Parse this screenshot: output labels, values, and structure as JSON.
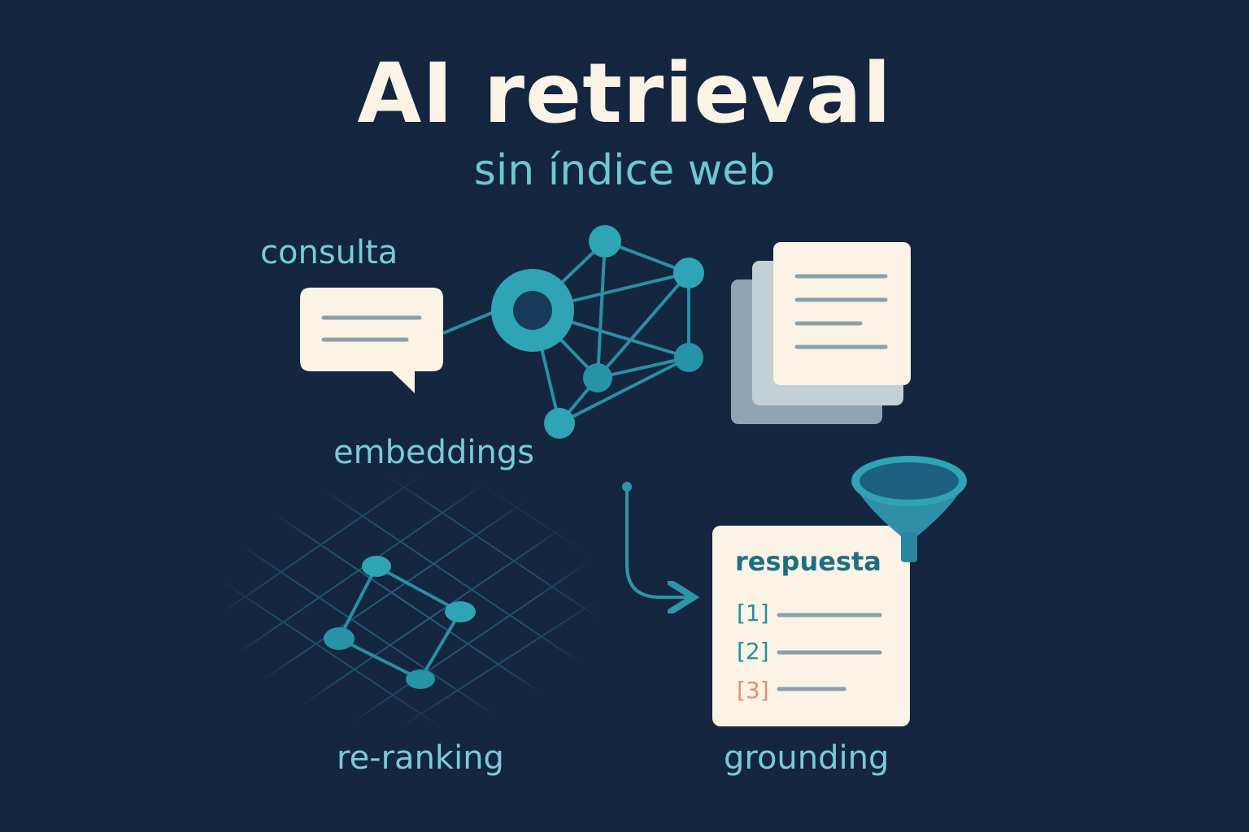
{
  "title": "AI retrieval",
  "subtitle": "sin índice web",
  "labels": {
    "query": "consulta",
    "embeddings": "embeddings",
    "reranking": "re-ranking",
    "grounding": "grounding"
  },
  "answer_card": {
    "title": "respuesta",
    "citations": [
      "[1]",
      "[2]",
      "[3]"
    ]
  },
  "colors": {
    "background": "#13253f",
    "title": "#fbf3e6",
    "accent": "#2fa4b4",
    "label": "#78cbd8",
    "paper": "#fbf3e6",
    "citation_highlight": "#e0906f"
  },
  "icons": [
    "speech-bubble-icon",
    "embedding-network-icon",
    "document-stack-icon",
    "arrow-icon",
    "funnel-icon",
    "reranking-graph-icon"
  ]
}
